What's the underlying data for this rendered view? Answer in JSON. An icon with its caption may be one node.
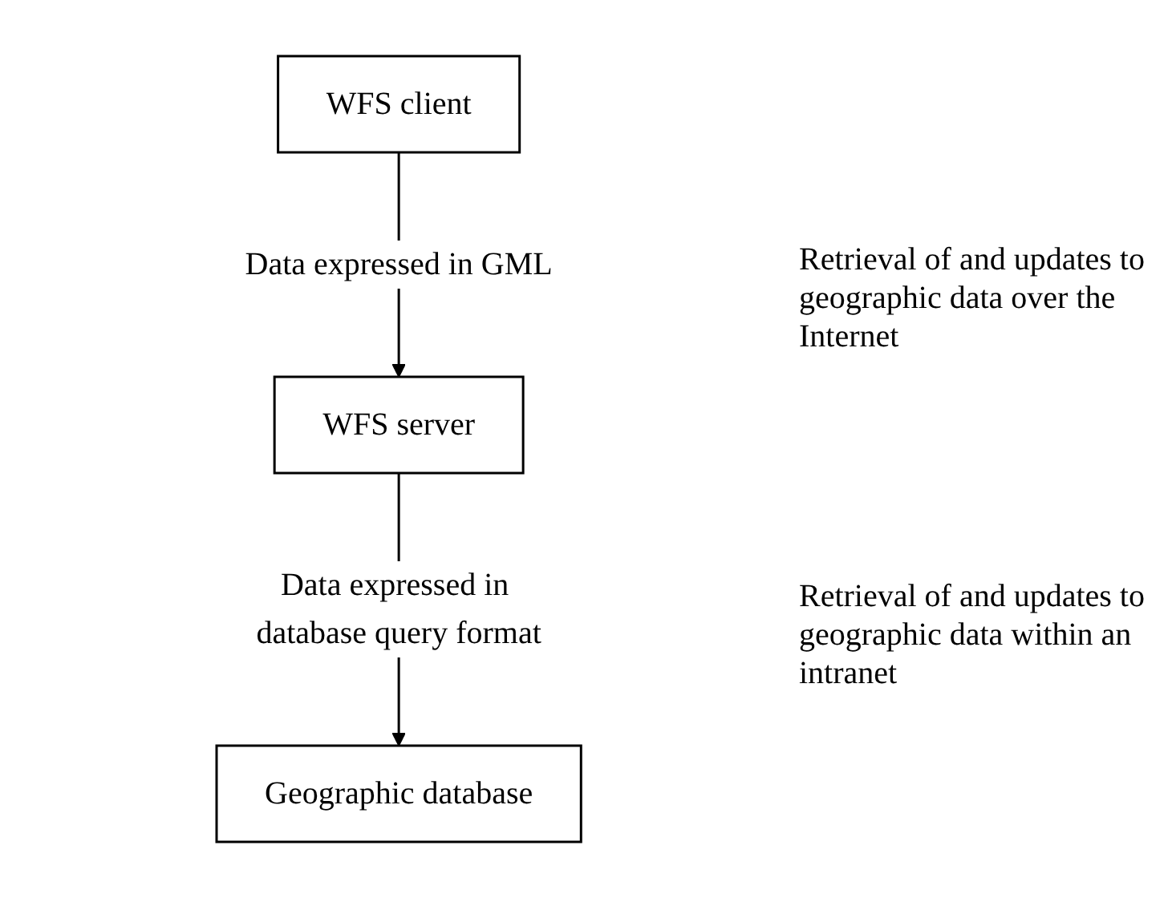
{
  "diagram": {
    "nodes": [
      {
        "text": [
          "WFS client"
        ]
      },
      {
        "text": [
          "WFS server"
        ]
      },
      {
        "text": [
          "Geographic database"
        ]
      }
    ],
    "edges": [
      {
        "from": 0,
        "to": 1,
        "arrow": "to",
        "label": "Data expressed in GML"
      },
      {
        "from": 1,
        "to": 2,
        "arrow": "to",
        "label": "Data expressed in database query format"
      }
    ],
    "labels": [
      "Retrieval of and updates to geographic data over the Internet",
      "Retrieval of and updates to geographic data within an intranet"
    ]
  }
}
